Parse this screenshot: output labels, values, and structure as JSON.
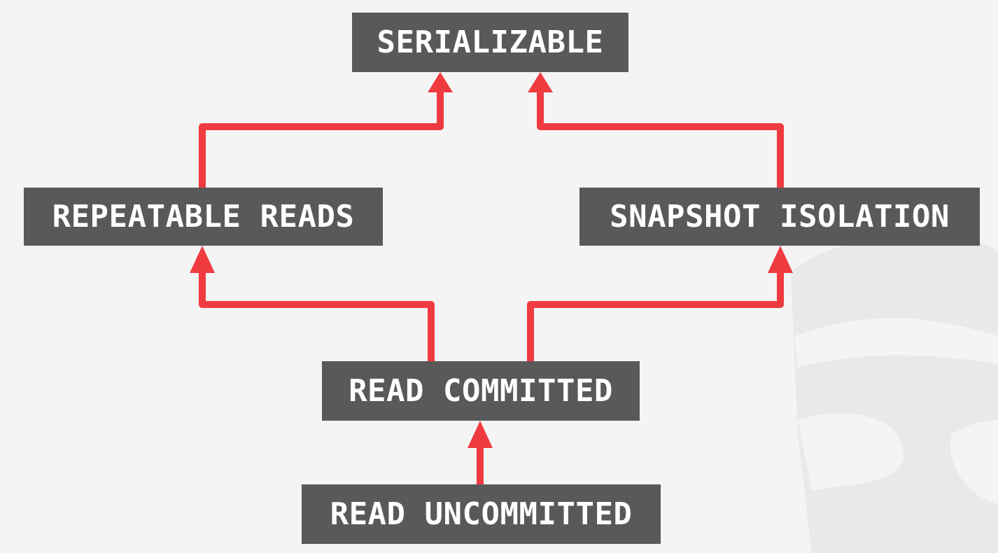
{
  "diagram": {
    "nodes": [
      {
        "id": "serializable",
        "label": "SERIALIZABLE"
      },
      {
        "id": "repeatable_reads",
        "label": "REPEATABLE READS"
      },
      {
        "id": "snapshot_isolation",
        "label": "SNAPSHOT ISOLATION"
      },
      {
        "id": "read_committed",
        "label": "READ COMMITTED"
      },
      {
        "id": "read_uncommitted",
        "label": "READ UNCOMMITTED"
      }
    ],
    "edges": [
      {
        "from": "read_uncommitted",
        "to": "read_committed"
      },
      {
        "from": "read_committed",
        "to": "repeatable_reads"
      },
      {
        "from": "read_committed",
        "to": "snapshot_isolation"
      },
      {
        "from": "repeatable_reads",
        "to": "serializable"
      },
      {
        "from": "snapshot_isolation",
        "to": "serializable"
      }
    ],
    "colors": {
      "arrow": "#ef3b40",
      "box": "#595959",
      "text": "#ffffff",
      "background": "#f4f4f4",
      "watermark": "#e6e6e6"
    }
  }
}
